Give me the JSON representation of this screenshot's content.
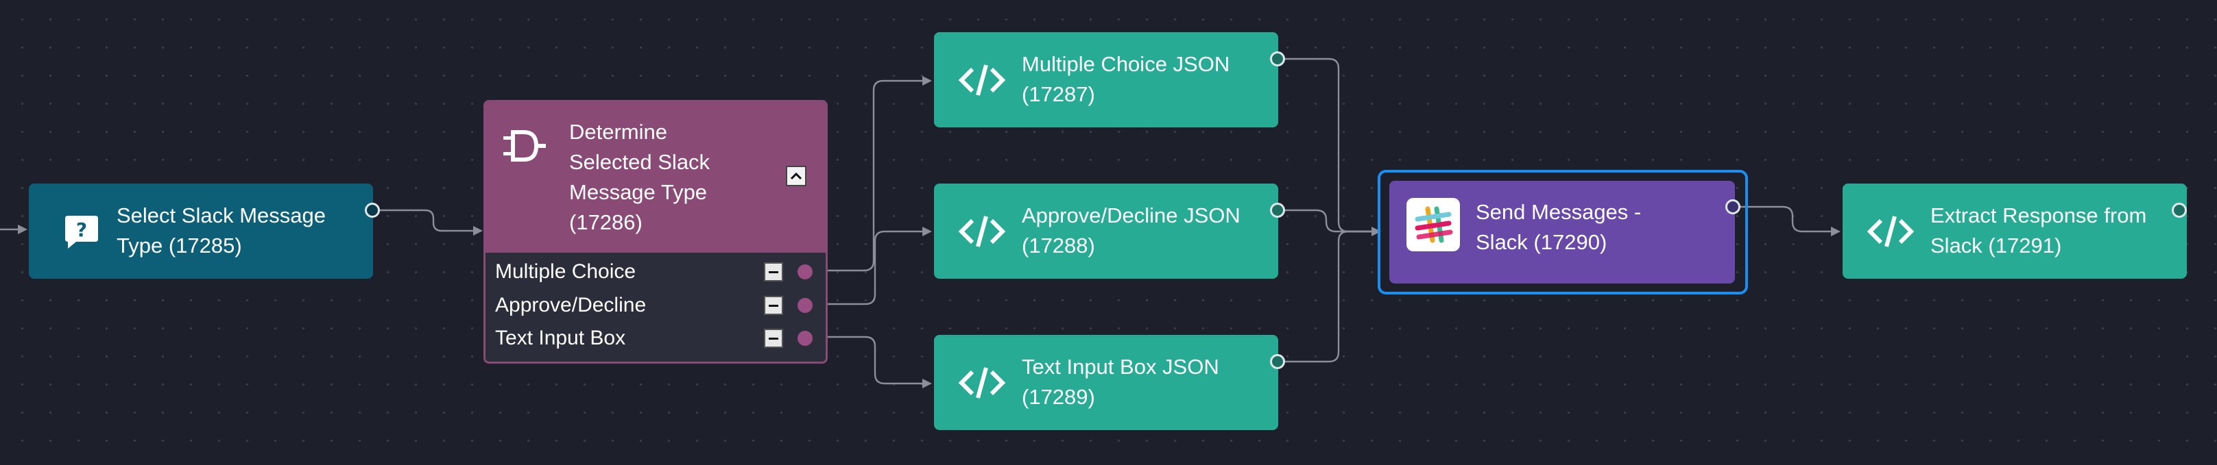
{
  "nodes": {
    "select_type": {
      "label": "Select Slack Message Type (17285)"
    },
    "determine": {
      "label": "Determine Selected Slack Message Type (17286)",
      "options": [
        "Multiple Choice",
        "Approve/Decline",
        "Text Input Box"
      ]
    },
    "multiple_choice_json": {
      "label": "Multiple Choice JSON (17287)"
    },
    "approve_decline_json": {
      "label": "Approve/Decline JSON (17288)"
    },
    "text_input_json": {
      "label": "Text Input Box JSON (17289)"
    },
    "send_messages": {
      "label": "Send Messages - Slack (17290)"
    },
    "extract_response": {
      "label": "Extract Response from Slack (17291)"
    }
  },
  "colors": {
    "canvas": "#1d1f2b",
    "teal_node": "#27ab94",
    "navy_node": "#0d5f78",
    "purple_node": "#8a4a76",
    "slack_node": "#6849a8",
    "selection": "#1a8ff0",
    "wire": "#8c8f99"
  },
  "icons": {
    "select_type": "question-bubble-icon",
    "determine": "plug-icon",
    "code": "code-icon",
    "slack": "slack-logo-icon",
    "collapse": "chevron-up-icon",
    "option_toggle": "minus-icon"
  }
}
